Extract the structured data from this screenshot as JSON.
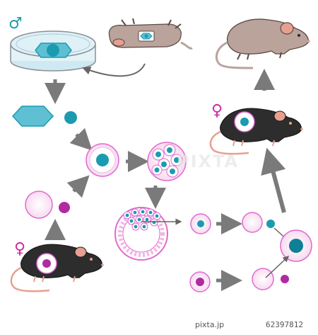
{
  "symbols": {
    "male": "♂",
    "female_top": "♀",
    "female_bottom": "♀"
  },
  "colors": {
    "teal": "#1a9bb0",
    "teal_dark": "#0f6f80",
    "pink": "#e06ad0",
    "magenta": "#b12aa0",
    "mouse_black": "#2d2d2d",
    "mouse_tan": "#b9a39b",
    "mouse_ear": "#e7a08f",
    "arrow_gray": "#7a7a7a",
    "dish_blue": "#bfe3ee"
  },
  "watermark": "PIXTA",
  "footer": {
    "site": "pixta.jp",
    "id": "62397812"
  }
}
